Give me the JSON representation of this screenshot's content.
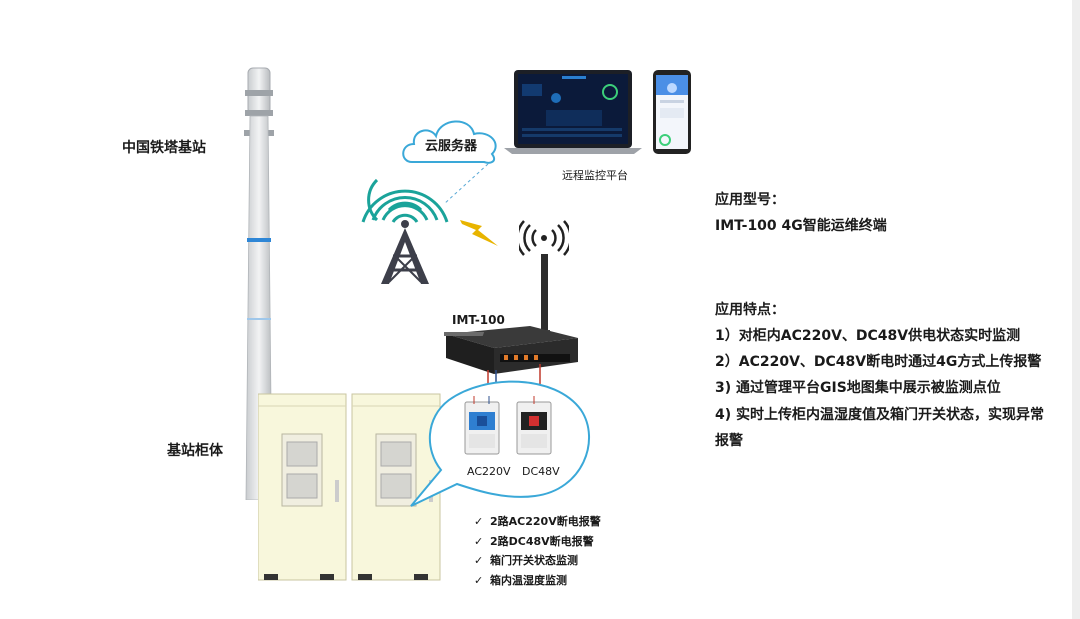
{
  "labels": {
    "tower": "中国铁塔基站",
    "cabinet": "基站柜体",
    "cloud": "云服务器",
    "platform": "远程监控平台",
    "device": "IMT-100",
    "ac_breaker": "AC220V",
    "dc_breaker": "DC48V"
  },
  "checklist": [
    "2路AC220V断电报警",
    "2路DC48V断电报警",
    "箱门开关状态监测",
    "箱内温湿度监测"
  ],
  "info": {
    "model_title": "应用型号：",
    "model_value": "IMT-100 4G智能运维终端",
    "features_title": "应用特点：",
    "features": [
      "1）对柜内AC220V、DC48V供电状态实时监测",
      "2）AC220V、DC48V断电时通过4G方式上传报警",
      "3)  通过管理平台GIS地图集中展示被监测点位",
      "4)  实时上传柜内温湿度值及箱门开关状态，实现异常",
      "报警"
    ]
  },
  "colors": {
    "signal_teal": "#1aa39a",
    "tower_dark": "#3d3f4a",
    "lightning": "#e8b400",
    "cabinet_fill": "#f8f7dc",
    "callout_stroke": "#3aa8d8"
  }
}
